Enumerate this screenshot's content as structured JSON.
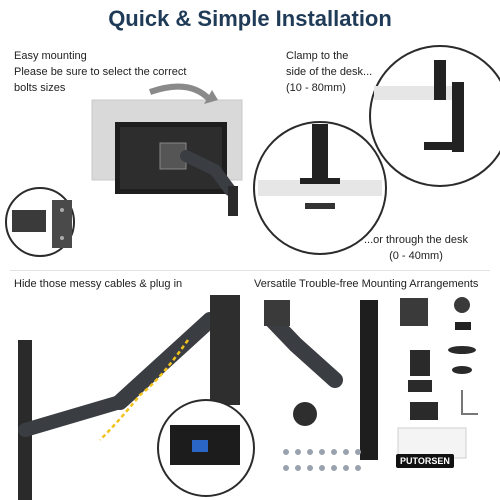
{
  "title": "Quick & Simple Installation",
  "sections": {
    "easy_mounting": {
      "lines": [
        "Easy mounting",
        "Please be sure to select the correct",
        "bolts sizes"
      ]
    },
    "clamp": {
      "lines": [
        "Clamp to the",
        "side of the desk...",
        "(10 - 80mm)"
      ]
    },
    "through_desk": {
      "lines": [
        "...or through the desk",
        "(0 - 40mm)"
      ]
    },
    "cables": {
      "label": "Hide those messy cables & plug in"
    },
    "arrangements": {
      "label": "Versatile Trouble-free Mounting Arrangements"
    }
  },
  "brand": "PUTORSEN",
  "colors": {
    "title": "#1f3b57",
    "arm": "#3a3d42",
    "cable": "#f2c21b",
    "circle_border": "#2b2b2b"
  }
}
